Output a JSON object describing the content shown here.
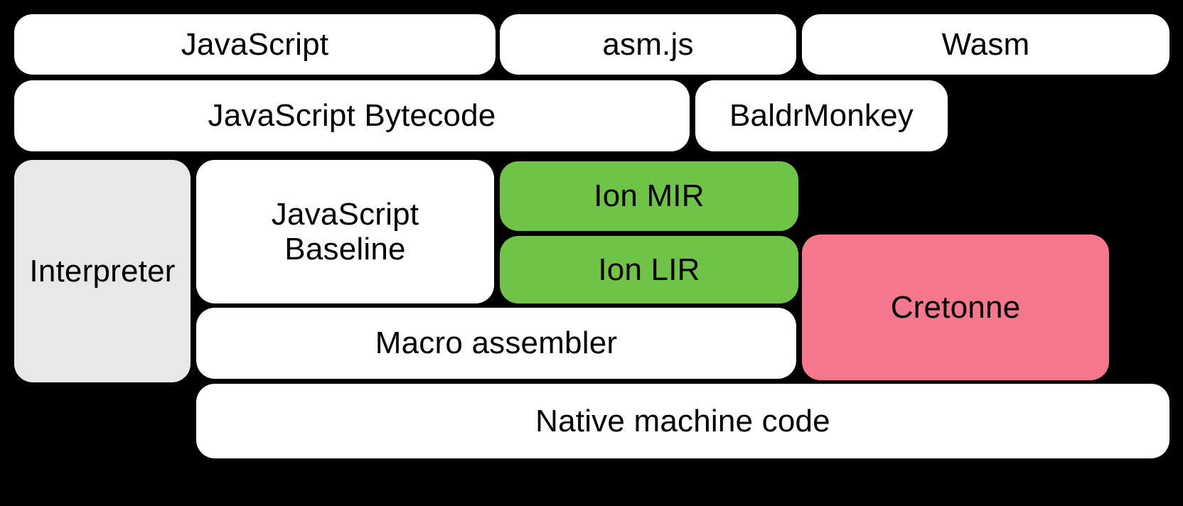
{
  "diagram": {
    "title": "SpiderMonkey compilation pipeline",
    "background_color": "#000000",
    "colors": {
      "white": "#ffffff",
      "gray": "#e8e8e8",
      "green": "#6fc448",
      "red": "#f4778d",
      "text": "#000000"
    }
  },
  "rows": [
    {
      "name": "source-languages",
      "nodes": [
        {
          "id": "javascript",
          "label": "JavaScript",
          "fill": "white"
        },
        {
          "id": "asmjs",
          "label": "asm.js",
          "fill": "white"
        },
        {
          "id": "wasm",
          "label": "Wasm",
          "fill": "white"
        }
      ]
    },
    {
      "name": "front-end-representations",
      "nodes": [
        {
          "id": "js-bytecode",
          "label": "JavaScript Bytecode",
          "fill": "white"
        },
        {
          "id": "baldrmonkey",
          "label": "BaldrMonkey",
          "fill": "white"
        }
      ]
    },
    {
      "name": "execution-tiers",
      "nodes": [
        {
          "id": "interpreter",
          "label": "Interpreter",
          "fill": "gray"
        },
        {
          "id": "js-baseline",
          "label": "JavaScript\nBaseline",
          "fill": "white"
        },
        {
          "id": "ion-mir",
          "label": "Ion MIR",
          "fill": "green"
        },
        {
          "id": "ion-lir",
          "label": "Ion LIR",
          "fill": "green"
        },
        {
          "id": "cretonne",
          "label": "Cretonne",
          "fill": "red"
        }
      ]
    },
    {
      "name": "code-emission",
      "nodes": [
        {
          "id": "macro-assembler",
          "label": "Macro assembler",
          "fill": "white"
        }
      ]
    },
    {
      "name": "machine-code",
      "nodes": [
        {
          "id": "native-code",
          "label": "Native machine code",
          "fill": "white"
        }
      ]
    }
  ],
  "nodes": {
    "javascript": "JavaScript",
    "asmjs": "asm.js",
    "wasm": "Wasm",
    "js_bytecode": "JavaScript Bytecode",
    "baldrmonkey": "BaldrMonkey",
    "interpreter": "Interpreter",
    "js_baseline": "JavaScript\nBaseline",
    "ion_mir": "Ion MIR",
    "ion_lir": "Ion LIR",
    "cretonne": "Cretonne",
    "macro_assembler": "Macro assembler",
    "native_code": "Native machine code"
  }
}
